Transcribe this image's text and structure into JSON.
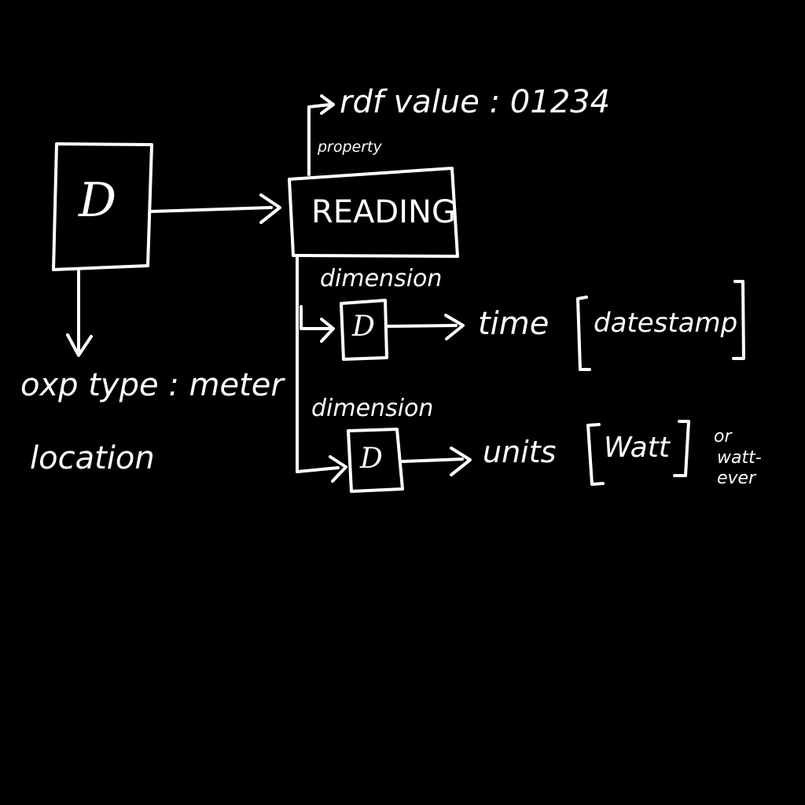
{
  "colors": {
    "background": "#000000",
    "ink": "#ffffff"
  },
  "subject_box": {
    "label": "D"
  },
  "subject_attrs": {
    "line1": "oxp type : meter",
    "line2": "location"
  },
  "rdf_value": {
    "text": "rdf value : 01234",
    "property_label": "property"
  },
  "reading_box": {
    "label": "READING"
  },
  "dimensions": [
    {
      "edge_label": "dimension",
      "box_label": "D",
      "name": "time",
      "value": "datestamp",
      "note": []
    },
    {
      "edge_label": "dimension",
      "box_label": "D",
      "name": "units",
      "value": "Watt",
      "note": [
        "or",
        "watt-",
        "ever"
      ]
    }
  ]
}
